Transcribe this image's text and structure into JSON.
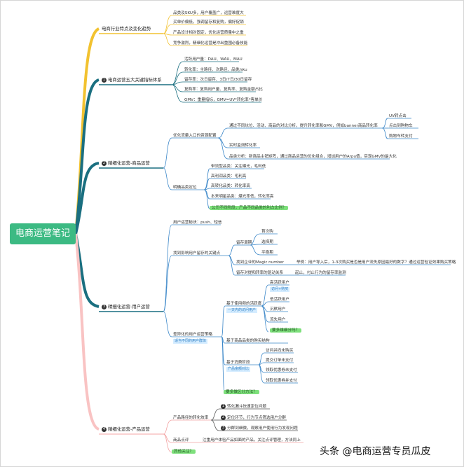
{
  "root": "电商运营笔记",
  "branches": {
    "industry": {
      "label": "电商行业特点及变化趋势",
      "items": [
        "品类及SKU多，用户覆盖广，运营难度大",
        "买单价偏低，强调留存和复购，偏好促销",
        "产品设计相对固定，优化运营质量中之重",
        "竞争激烈，精细化运营是冲出重围必备技能"
      ]
    },
    "metrics": {
      "num": "1",
      "label": "电商运营五大关键指标体系",
      "items": [
        "活跃用户量：DAU、WAU、MAU",
        "转化率：主路径、次路径、品类/sku",
        "留存率：次日留存、3日/7日/30日留存",
        "复购率：复购用户量、复购率、复购金额占比",
        "GMV：重量指标，GMV=UV*转化率*客单价"
      ]
    },
    "product": {
      "num": "2",
      "label": "精细化运营-商品运营",
      "g1": "优化流量入口的资源配置",
      "g1_items": [
        "通过不同坑位、活动、商品的对比分析，提升转化率和GMV，例如banner商品转化率",
        "实时监测转化率",
        "品类分析：新商品主销矩阵，通过商品运营的优化组合，增加用户的Arpu值，实现GMV的最大化"
      ],
      "g1_sub": [
        "UV转点击",
        "点击到购物车",
        "购物车转支付"
      ],
      "g2": "明确品类定位",
      "g2_items": [
        "带流型品类：关注曝光，毛利低",
        "高利润品类：毛利高",
        "高转化品类：转化率高",
        "本来明星品类：爆光率低，转化率高",
        "公司不同阶段，产品不同品类的利占比例？"
      ]
    },
    "user": {
      "num": "3",
      "label": "精细化运营-用户运营",
      "c1": "用户运营秘诀：push、短信",
      "c2": "找到影响用户留存的关键点",
      "c2_items": [
        "留存周期",
        "找到企业的Magic number",
        "留存对提和转率的驱动关系"
      ],
      "c2_sub": [
        "首次购",
        "选择期",
        "平稳期"
      ],
      "magic_note": "举例：用户导入后，1-3次购买是否是用户流失原因最好的数字？通过运营验证效果购买策略",
      "drive_note": "起止，付止行为的留存率监测",
      "c3": "差异化的用户运营策略",
      "c3_tag": "适当不同的用户群体",
      "c3_a": "基于使用频的活跃度",
      "c3_a_tag": "一天内的访问用户",
      "c3_a_items": [
        "高活跃用户",
        "低活跃用户",
        "沉默用户",
        "流失用户",
        "要多维细分吗？"
      ],
      "c3_a_sub": "访问+购买",
      "c3_b": "基于商品品类的购买结构",
      "c3_c": "基于消费阶段",
      "c3_c_tag": "产品金额对比",
      "c3_c_items": [
        "访问并尚未购买",
        "提交订单未支付",
        "领取优惠券未支付",
        "领取优惠券并支付"
      ],
      "c3_d": "要多做区分方法？"
    },
    "productop": {
      "num": "4",
      "label": "精细化运营-产品运营",
      "g1": "产品路径的转化效率",
      "g1_items": [
        "转化漏斗快速定位问题",
        "定位环节，行为节点筛选用户分群",
        "分群到细微，观察用户使用行为发现问题"
      ],
      "g2": "商品点评",
      "g2_note": "注重用户体验产品如面的产品，关注点评管理，方法同上",
      "g3": "其他关注？"
    }
  },
  "watermark": "头条 @电商运营专员瓜皮",
  "colors": {
    "branch1": "#f2c230",
    "branch2": "#1a7a8a",
    "branch3": "#1a7a8a",
    "branch4": "#1a7a8a",
    "branch5": "#f7b8b8",
    "sub": "#3a86c8",
    "root_bg": "#3cba83"
  }
}
